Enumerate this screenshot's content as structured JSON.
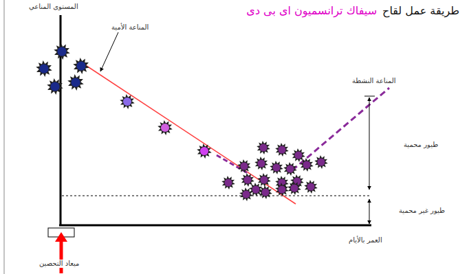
{
  "diagram": {
    "title": "طريقة عمل لقاح",
    "labels": [
      "سيفاك ترانسميون اى بى دى",
      "المستوى المناعي",
      "المناعة الأمية",
      "المناعة النشطة",
      "طيور محمية",
      "طيور غير محمية",
      "العمر بالأيام",
      "ميعاد التحصين"
    ]
  }
}
